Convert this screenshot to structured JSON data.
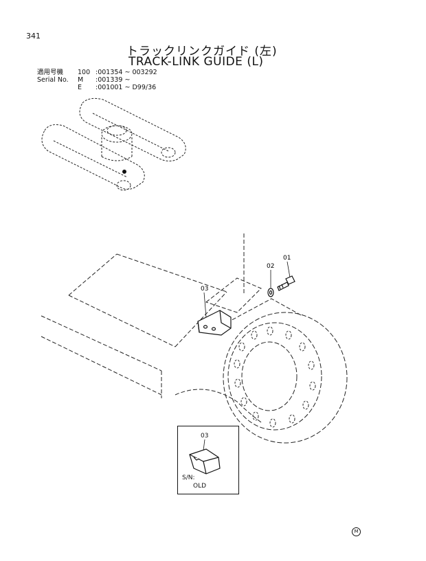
{
  "page_number": "341",
  "title_jp": "トラックリンクガイド (左)",
  "title_en": "TRACK-LINK GUIDE (L)",
  "serial": {
    "label_jp": "適用号機",
    "label_en": "Serial No.",
    "rows": [
      {
        "prefix": "100",
        "range": ":001354 ~ 003292"
      },
      {
        "prefix": "M",
        "range": ":001339 ~"
      },
      {
        "prefix": "E",
        "range": ":001001 ~ D99/36"
      }
    ]
  },
  "callouts": {
    "bolt": "01",
    "washer": "02",
    "guide": "03",
    "inset_guide": "03"
  },
  "inset": {
    "sn_label": "S/N:",
    "old_label": "OLD"
  },
  "corner_mark": "M"
}
